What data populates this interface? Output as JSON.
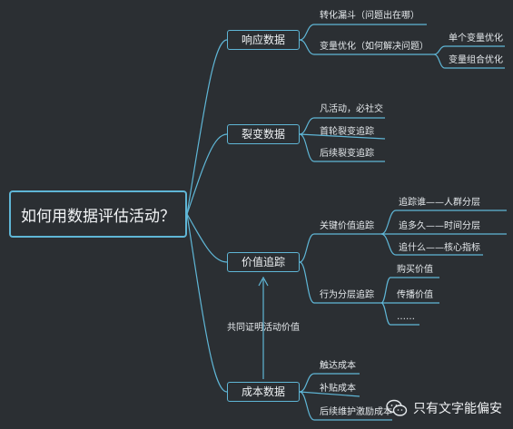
{
  "root": "如何用数据评估活动？",
  "branches": {
    "response": {
      "label": "响应数据",
      "children": [
        "转化漏斗（问题出在哪）",
        "变量优化（如何解决问题）"
      ],
      "sub": [
        "单个变量优化",
        "变量组合优化"
      ]
    },
    "fission": {
      "label": "裂变数据",
      "children": [
        "凡活动，必社交",
        "首轮裂变追踪",
        "后续裂变追踪"
      ]
    },
    "value": {
      "label": "价值追踪",
      "children": [
        "关键价值追踪",
        "行为分层追踪"
      ],
      "key_sub": [
        "追踪谁——人群分层",
        "追多久——时间分层",
        "追什么——核心指标"
      ],
      "behavior_sub": [
        "购买价值",
        "传播价值",
        "……"
      ]
    },
    "cost": {
      "label": "成本数据",
      "children": [
        "触达成本",
        "补贴成本",
        "后续维护激励成本"
      ]
    }
  },
  "annotation": "共同证明活动价值",
  "watermark": "只有文字能偏安",
  "colors": {
    "background": "#2b2f33",
    "line": "#5fb6d6",
    "text": "#e8ecef"
  }
}
